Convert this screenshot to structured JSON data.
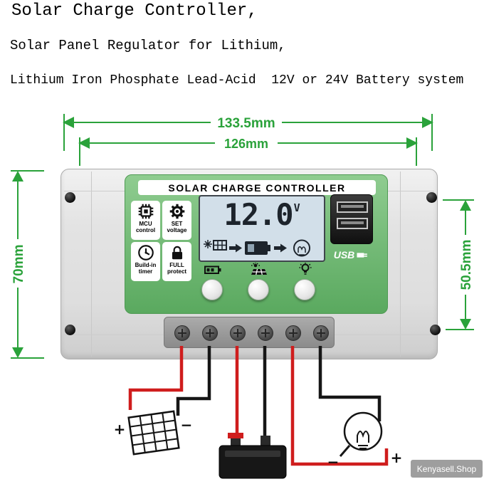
{
  "header": {
    "line1": "Solar Charge Controller,",
    "line2": "Solar Panel Regulator for Lithium,",
    "line3": "Lithium Iron Phosphate Lead-Acid  12V or 24V Battery system"
  },
  "dimensions": {
    "width_outer": "133.5mm",
    "width_inner": "126mm",
    "height_left": "70mm",
    "height_right": "50.5mm"
  },
  "device": {
    "title": "SOLAR CHARGE CONTROLLER",
    "features": [
      {
        "line1": "MCU",
        "line2": "control",
        "icon": "mcu-chip-icon"
      },
      {
        "line1": "SET",
        "line2": "voltage",
        "icon": "gear-icon"
      },
      {
        "line1": "Build-in",
        "line2": "timer",
        "icon": "clock-icon"
      },
      {
        "line1": "FULL",
        "line2": "protect",
        "icon": "lock-icon"
      }
    ],
    "lcd": {
      "value": "12.0",
      "unit": "V",
      "flow_icons": [
        "solar-panel-icon",
        "arrow-right-icon",
        "battery-icon",
        "arrow-right-icon",
        "bulb-icon"
      ]
    },
    "usb_label": "USB",
    "button_icons": [
      "battery-icon",
      "solar-panel-icon",
      "bulb-icon"
    ]
  },
  "wiring": {
    "solar_plus": "+",
    "solar_minus": "−",
    "load_minus": "−",
    "load_plus": "+"
  },
  "watermark": "Kenyasell.Shop",
  "colors": {
    "dim-green": "#2aa23a",
    "panel-green-light": "#8fcc90",
    "panel-green-dark": "#5aa95f",
    "wire-red": "#cf1d1d",
    "wire-black": "#161616",
    "lcd-bg": "#d2dfe9",
    "lcd-ink": "#1d242c",
    "body-gray": "#e6e6e6"
  }
}
